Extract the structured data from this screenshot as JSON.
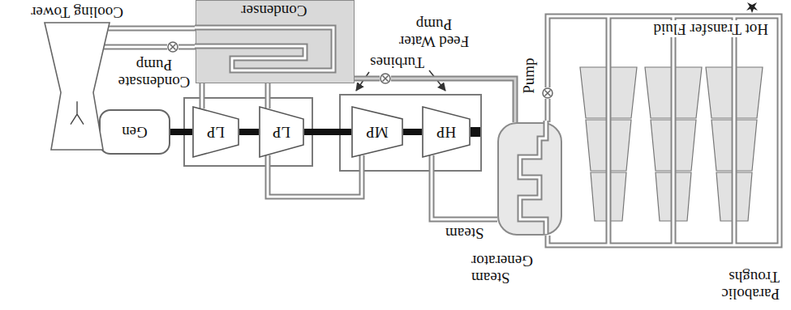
{
  "diagram": {
    "nodes": [
      {
        "text": [
          "Parabolic Troughs"
        ]
      },
      {
        "text": [
          "Steam Generator"
        ]
      },
      {
        "text": [
          "HP"
        ]
      },
      {
        "text": [
          "MP"
        ]
      },
      {
        "text": [
          "LP"
        ]
      },
      {
        "text": [
          "LP"
        ]
      },
      {
        "text": [
          "Gen"
        ]
      },
      {
        "text": [
          "Condenser"
        ]
      },
      {
        "text": [
          "Cooling Tower"
        ]
      },
      {
        "text": [
          "Condensate Pump"
        ]
      },
      {
        "text": [
          "Feed Water Pump"
        ]
      },
      {
        "text": [
          "Pump"
        ]
      }
    ],
    "edges": [
      {
        "from": 0,
        "to": 1,
        "arrow": "none"
      },
      {
        "from": 1,
        "to": 2,
        "label": "Steam",
        "arrow": "none"
      },
      {
        "from": 2,
        "to": 3,
        "arrow": "none"
      },
      {
        "from": 3,
        "to": 4,
        "arrow": "none"
      },
      {
        "from": 4,
        "to": 5,
        "arrow": "none"
      },
      {
        "from": 5,
        "to": 6,
        "arrow": "none"
      },
      {
        "from": 4,
        "to": 7,
        "arrow": "none"
      },
      {
        "from": 5,
        "to": 7,
        "arrow": "none"
      },
      {
        "from": 7,
        "to": 9,
        "arrow": "none"
      },
      {
        "from": 9,
        "to": 8,
        "arrow": "none"
      },
      {
        "from": 8,
        "to": 7,
        "arrow": "none"
      },
      {
        "from": 7,
        "to": 10,
        "arrow": "none"
      },
      {
        "from": 10,
        "to": 1,
        "arrow": "none"
      },
      {
        "from": 1,
        "to": 11,
        "arrow": "none"
      },
      {
        "from": 11,
        "to": 0,
        "arrow": "none"
      }
    ],
    "labels": [
      "Turbines",
      "Hot Transfer Fluid"
    ]
  }
}
